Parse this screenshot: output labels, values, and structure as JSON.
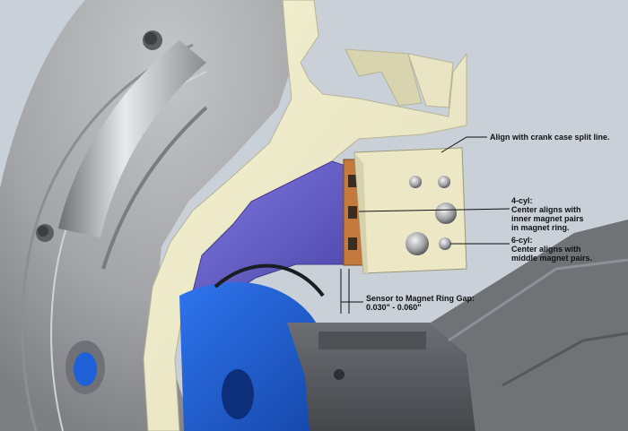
{
  "colors": {
    "background": "#c9d0d8",
    "pulley_grey": "#a8a9ab",
    "crank_case_cream": "#efeccc",
    "sensor_bracket_purple": "#6b63cc",
    "sensor_pad_orange": "#c47a3c",
    "magnet_ring_blue": "#1f5fd8",
    "dark_housing": "#5b5d62",
    "callout_text": "#111111"
  },
  "callouts": {
    "split_line": "Align with crank case split line.",
    "four_cyl": {
      "heading": "4-cyl:",
      "line1": "Center  aligns with",
      "line2": "inner magnet pairs",
      "line3": "in magnet ring."
    },
    "six_cyl": {
      "heading": "6-cyl:",
      "line1": "Center aligns with",
      "line2": "middle magnet pairs."
    },
    "gap": {
      "line1": "Sensor to Magnet Ring Gap:",
      "line2": "0.030\" - 0.060\""
    }
  }
}
